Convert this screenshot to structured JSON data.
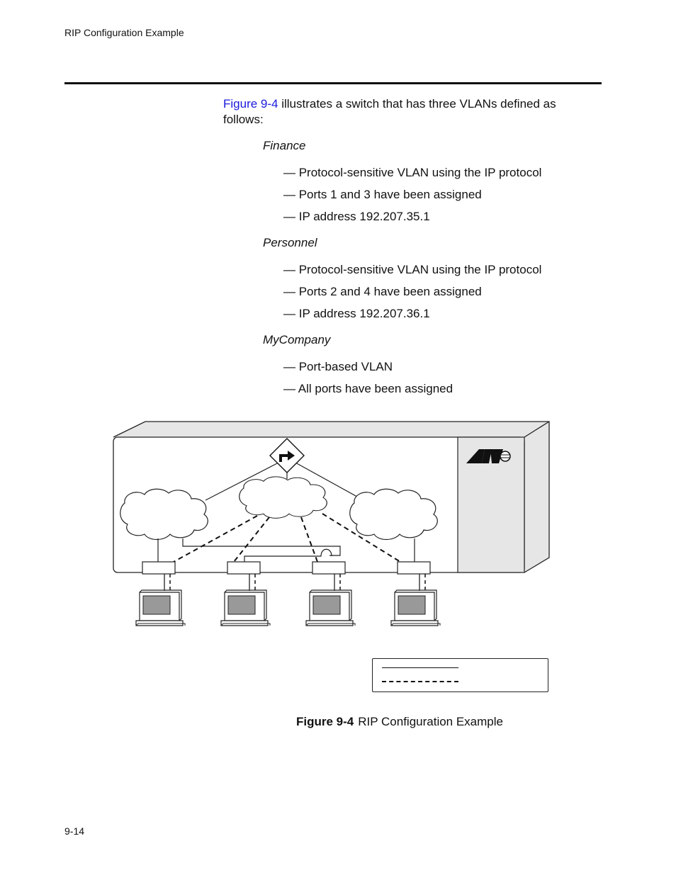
{
  "header": {
    "running_title": "RIP Configuration Example"
  },
  "intro": {
    "figure_link": "Figure 9-4",
    "text": " illustrates a switch that has three VLANs defined as follows:"
  },
  "vlans": [
    {
      "name": "Finance",
      "items": [
        "— Protocol-sensitive VLAN using the IP protocol",
        "— Ports 1 and 3 have been assigned",
        "— IP address 192.207.35.1"
      ]
    },
    {
      "name": "Personnel",
      "items": [
        "— Protocol-sensitive VLAN using the IP protocol",
        "— Ports 2 and 4 have been assigned",
        "— IP address 192.207.36.1"
      ]
    },
    {
      "name": "MyCompany",
      "items": [
        "— Port-based VLAN",
        "— All ports have been assigned"
      ]
    }
  ],
  "figure": {
    "caption_label": "Figure 9-4",
    "caption_text": "RIP Configuration Example",
    "ports": 4,
    "workstations": 4,
    "clouds": 3,
    "icons": [
      "router-icon",
      "vendor-logo-icon",
      "workstation-icon",
      "cloud-icon"
    ]
  },
  "footer": {
    "page_number": "9-14"
  }
}
